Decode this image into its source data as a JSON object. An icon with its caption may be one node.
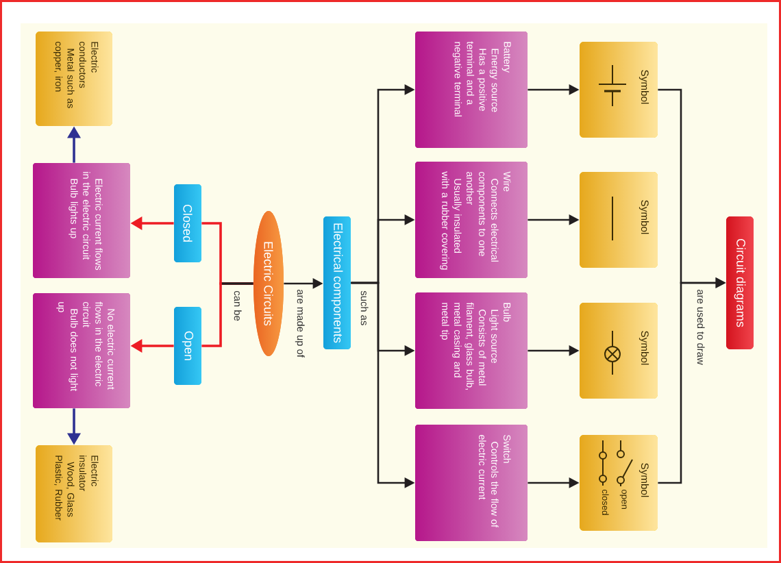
{
  "diagram": {
    "nodes": [
      {
        "text": [
          "Electric Circuits"
        ]
      },
      {
        "text": [
          "Closed"
        ]
      },
      {
        "text": [
          "Open"
        ]
      },
      {
        "text": [
          "Electric current flows in the electric circuit",
          "Bulb lights up"
        ]
      },
      {
        "text": [
          "No electric current flows in the electric circuit",
          "Bulb does not light up"
        ]
      },
      {
        "text": [
          "Electric conductors",
          "Metal such as copper, iron"
        ]
      },
      {
        "text": [
          "Electric insulator",
          "Wood, Glass Plastic, Rubber"
        ]
      },
      {
        "text": [
          "Electrical components"
        ]
      },
      {
        "text": [
          "Battery",
          "Energy source",
          "Has a positive terminal and a negative terminal"
        ]
      },
      {
        "text": [
          "Wire",
          "Connects electrical components to one another",
          "Usually insulated with a rubber covering"
        ]
      },
      {
        "text": [
          "Bulb",
          "Light source",
          "Consists of metal filament, glass bulb, metal casing and metal tip"
        ]
      },
      {
        "text": [
          "Switch",
          "Controls the flow of electric current"
        ]
      },
      {
        "text": [
          "Symbol"
        ]
      },
      {
        "text": [
          "Symbol"
        ]
      },
      {
        "text": [
          "Symbol"
        ]
      },
      {
        "text": [
          "Symbol",
          "open",
          "closed"
        ]
      },
      {
        "text": [
          "Circuit diagrams"
        ]
      }
    ],
    "edges": [
      {
        "from": 0,
        "to": 1,
        "arrow": "none",
        "label": "can be",
        "color": "#ed1c24"
      },
      {
        "from": 0,
        "to": 2,
        "arrow": "none",
        "color": "#ed1c24"
      },
      {
        "from": 1,
        "to": 3,
        "arrow": "to",
        "color": "#ed1c24"
      },
      {
        "from": 2,
        "to": 4,
        "arrow": "to",
        "color": "#ed1c24"
      },
      {
        "from": 3,
        "to": 5,
        "arrow": "to",
        "color": "#2e3192"
      },
      {
        "from": 4,
        "to": 6,
        "arrow": "to",
        "color": "#2e3192"
      },
      {
        "from": 0,
        "to": 7,
        "arrow": "to",
        "label": "are made up of"
      },
      {
        "from": 7,
        "to": 8,
        "arrow": "to",
        "label": "such as"
      },
      {
        "from": 7,
        "to": 9,
        "arrow": "to"
      },
      {
        "from": 7,
        "to": 10,
        "arrow": "to"
      },
      {
        "from": 7,
        "to": 11,
        "arrow": "to"
      },
      {
        "from": 8,
        "to": 12,
        "arrow": "to"
      },
      {
        "from": 9,
        "to": 13,
        "arrow": "to"
      },
      {
        "from": 10,
        "to": 14,
        "arrow": "to"
      },
      {
        "from": 11,
        "to": 15,
        "arrow": "to"
      },
      {
        "from": 12,
        "to": 16,
        "arrow": "to",
        "label": "are used to draw"
      },
      {
        "from": 15,
        "to": 16,
        "arrow": "to"
      }
    ]
  }
}
